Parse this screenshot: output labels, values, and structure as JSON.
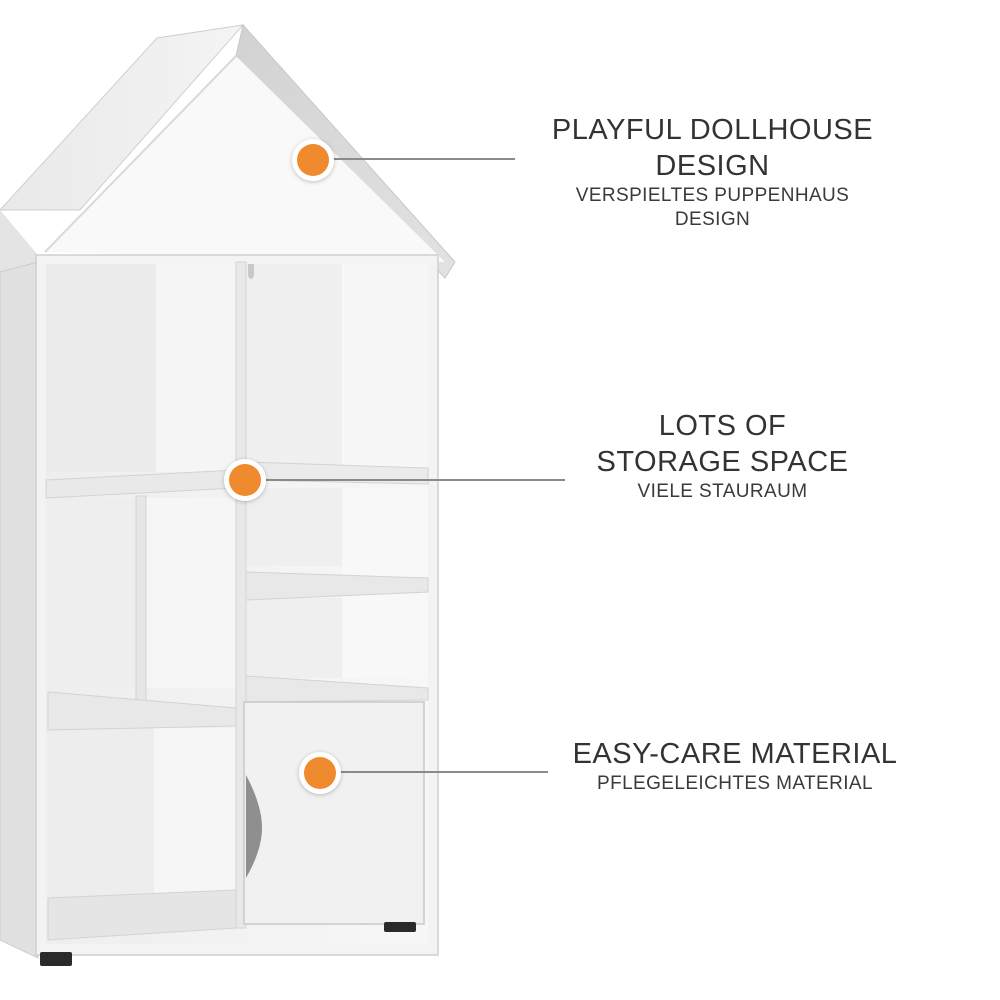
{
  "product": "dollhouse-bookshelf",
  "accent_color": "#EF8A2E",
  "line_color": "#8a8a8a",
  "features": [
    {
      "title_lines": [
        "PLAYFUL DOLLHOUSE",
        "DESIGN"
      ],
      "subtitle_lines": [
        "VERSPIELTES PUPPENHAUS",
        "DESIGN"
      ]
    },
    {
      "title_lines": [
        "LOTS OF",
        "STORAGE SPACE"
      ],
      "subtitle_lines": [
        "VIELE STAURAUM"
      ]
    },
    {
      "title_lines": [
        "EASY-CARE MATERIAL"
      ],
      "subtitle_lines": [
        "PFLEGELEICHTES MATERIAL"
      ]
    }
  ]
}
